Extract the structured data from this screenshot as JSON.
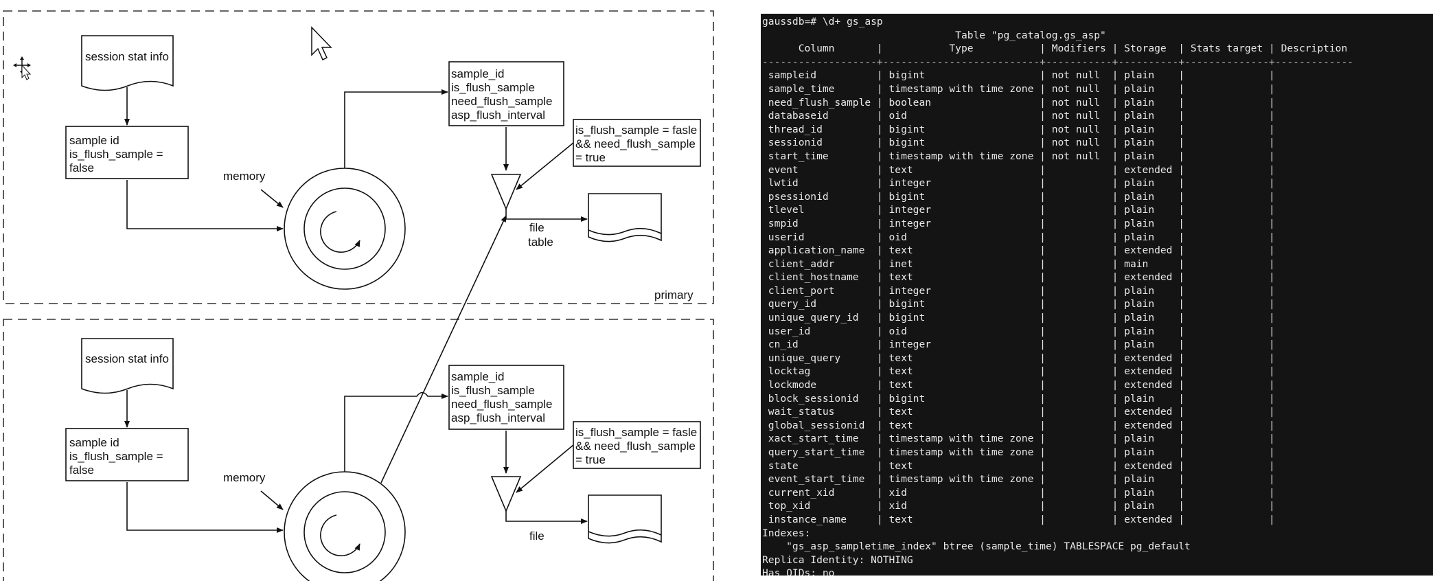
{
  "diagram": {
    "primary": {
      "label": "primary",
      "session_doc": "session stat info",
      "sample_box": [
        "sample id",
        "is_flush_sample =",
        "false"
      ],
      "memory_label": "memory",
      "flush_box": [
        "sample_id",
        "is_flush_sample",
        "need_flush_sample",
        "asp_flush_interval"
      ],
      "condition_box": [
        "is_flush_sample = fasle",
        "&& need_flush_sample",
        "= true"
      ],
      "output_label": [
        "file",
        "table"
      ]
    },
    "standby": {
      "session_doc": "session stat info",
      "sample_box": [
        "sample id",
        "is_flush_sample =",
        "false"
      ],
      "memory_label": "memory",
      "flush_box": [
        "sample_id",
        "is_flush_sample",
        "need_flush_sample",
        "asp_flush_interval"
      ],
      "condition_box": [
        "is_flush_sample = fasle",
        "&& need_flush_sample",
        "= true"
      ],
      "output_label": [
        "file"
      ]
    }
  },
  "terminal": {
    "prompt": "gaussdb=# \\d+ gs_asp",
    "table_title": "                                Table \"pg_catalog.gs_asp\"",
    "header": "      Column       |           Type           | Modifiers | Storage  | Stats target | Description",
    "separator": "-------------------+--------------------------+-----------+----------+--------------+-------------",
    "rows": [
      " sampleid          | bigint                   | not null  | plain    |              |",
      " sample_time       | timestamp with time zone | not null  | plain    |              |",
      " need_flush_sample | boolean                  | not null  | plain    |              |",
      " databaseid        | oid                      | not null  | plain    |              |",
      " thread_id         | bigint                   | not null  | plain    |              |",
      " sessionid         | bigint                   | not null  | plain    |              |",
      " start_time        | timestamp with time zone | not null  | plain    |              |",
      " event             | text                     |           | extended |              |",
      " lwtid             | integer                  |           | plain    |              |",
      " psessionid        | bigint                   |           | plain    |              |",
      " tlevel            | integer                  |           | plain    |              |",
      " smpid             | integer                  |           | plain    |              |",
      " userid            | oid                      |           | plain    |              |",
      " application_name  | text                     |           | extended |              |",
      " client_addr       | inet                     |           | main     |              |",
      " client_hostname   | text                     |           | extended |              |",
      " client_port       | integer                  |           | plain    |              |",
      " query_id          | bigint                   |           | plain    |              |",
      " unique_query_id   | bigint                   |           | plain    |              |",
      " user_id           | oid                      |           | plain    |              |",
      " cn_id             | integer                  |           | plain    |              |",
      " unique_query      | text                     |           | extended |              |",
      " locktag           | text                     |           | extended |              |",
      " lockmode          | text                     |           | extended |              |",
      " block_sessionid   | bigint                   |           | plain    |              |",
      " wait_status       | text                     |           | extended |              |",
      " global_sessionid  | text                     |           | extended |              |",
      " xact_start_time   | timestamp with time zone |           | plain    |              |",
      " query_start_time  | timestamp with time zone |           | plain    |              |",
      " state             | text                     |           | extended |              |",
      " event_start_time  | timestamp with time zone |           | plain    |              |",
      " current_xid       | xid                      |           | plain    |              |",
      " top_xid           | xid                      |           | plain    |              |",
      " instance_name     | text                     |           | extended |              |"
    ],
    "indexes_label": "Indexes:",
    "index_line": "    \"gs_asp_sampletime_index\" btree (sample_time) TABLESPACE pg_default",
    "replica_identity": "Replica Identity: NOTHING",
    "has_oids": "Has OIDs: no"
  }
}
